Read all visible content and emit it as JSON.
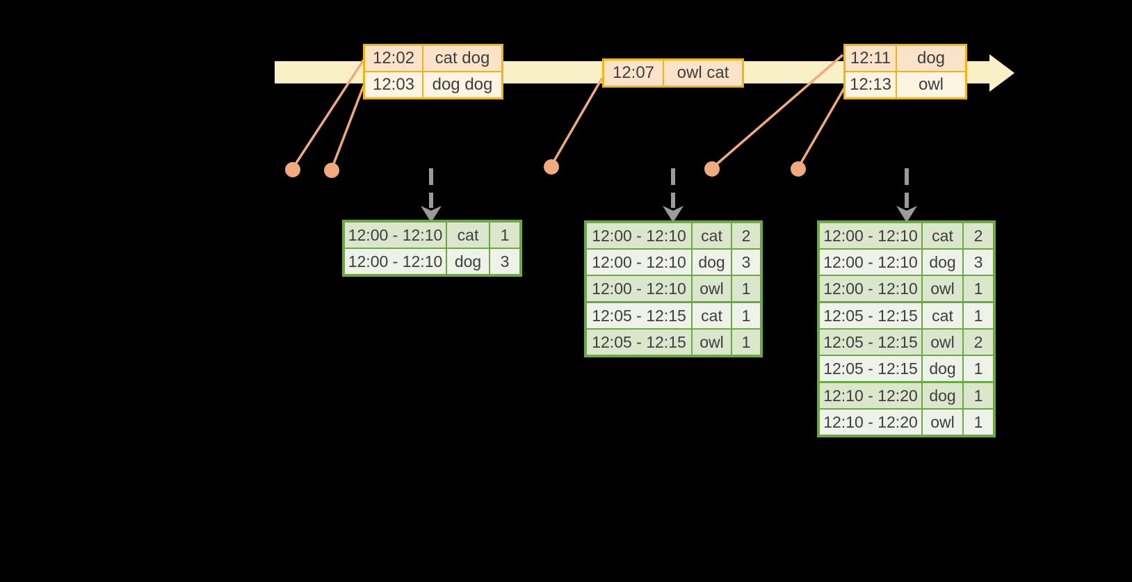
{
  "colors": {
    "background": "#000000",
    "timeline_band": "#FAF0C8",
    "event_border": "#F1B512",
    "event_row_dark": "#FAE3C9",
    "event_row_light": "#FDF4E4",
    "connector": "#F0AA7D",
    "trigger_arrow": "#9B9B9B",
    "table_border": "#6CA942",
    "table_row_dark": "#DBE7CD",
    "table_row_light": "#EEF2E8",
    "text": "#3E3E3E"
  },
  "icons": {
    "timeline_arrow_head": "arrow-right-icon",
    "trigger_arrow_head": "arrow-down-icon"
  },
  "timeline": {
    "event_boxes": [
      {
        "rows": [
          {
            "time": "12:02",
            "words": "cat dog"
          },
          {
            "time": "12:03",
            "words": "dog dog"
          }
        ]
      },
      {
        "rows": [
          {
            "time": "12:07",
            "words": "owl cat"
          }
        ]
      },
      {
        "rows": [
          {
            "time": "12:11",
            "words": "dog"
          },
          {
            "time": "12:13",
            "words": "owl"
          }
        ]
      }
    ]
  },
  "result_tables": [
    {
      "rows": [
        {
          "window": "12:00 - 12:10",
          "word": "cat",
          "count": "1"
        },
        {
          "window": "12:00 - 12:10",
          "word": "dog",
          "count": "3"
        }
      ]
    },
    {
      "rows": [
        {
          "window": "12:00 - 12:10",
          "word": "cat",
          "count": "2"
        },
        {
          "window": "12:00 - 12:10",
          "word": "dog",
          "count": "3"
        },
        {
          "window": "12:00 - 12:10",
          "word": "owl",
          "count": "1"
        },
        {
          "window": "12:05 - 12:15",
          "word": "cat",
          "count": "1"
        },
        {
          "window": "12:05 - 12:15",
          "word": "owl",
          "count": "1"
        }
      ]
    },
    {
      "rows": [
        {
          "window": "12:00 - 12:10",
          "word": "cat",
          "count": "2"
        },
        {
          "window": "12:00 - 12:10",
          "word": "dog",
          "count": "3"
        },
        {
          "window": "12:00 - 12:10",
          "word": "owl",
          "count": "1"
        },
        {
          "window": "12:05 - 12:15",
          "word": "cat",
          "count": "1"
        },
        {
          "window": "12:05 - 12:15",
          "word": "owl",
          "count": "2"
        },
        {
          "window": "12:05 - 12:15",
          "word": "dog",
          "count": "1"
        },
        {
          "window": "12:10 - 12:20",
          "word": "dog",
          "count": "1"
        },
        {
          "window": "12:10 - 12:20",
          "word": "owl",
          "count": "1"
        }
      ]
    }
  ]
}
